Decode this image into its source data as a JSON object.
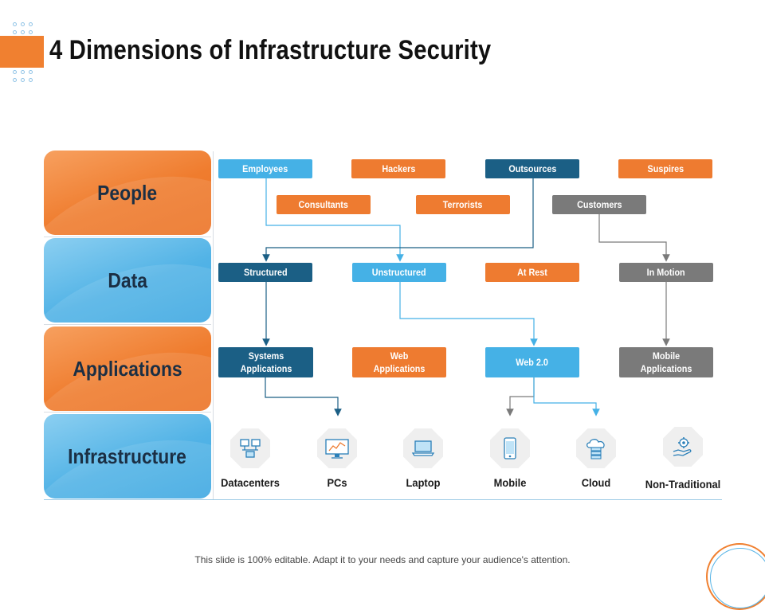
{
  "title": "4 Dimensions of Infrastructure Security",
  "rows": [
    {
      "label": "People"
    },
    {
      "label": "Data"
    },
    {
      "label": "Applications"
    },
    {
      "label": "Infrastructure"
    }
  ],
  "people": {
    "employees": "Employees",
    "hackers": "Hackers",
    "outsources": "Outsources",
    "suspires": "Suspires",
    "consultants": "Consultants",
    "terrorists": "Terrorists",
    "customers": "Customers"
  },
  "data": {
    "structured": "Structured",
    "unstructured": "Unstructured",
    "at_rest": "At Rest",
    "in_motion": "In Motion"
  },
  "applications": {
    "systems": "Systems Applications",
    "web": "Web Applications",
    "web20": "Web 2.0",
    "mobile": "Mobile Applications"
  },
  "infrastructure": [
    {
      "label": "Datacenters",
      "icon": "datacenter-icon"
    },
    {
      "label": "PCs",
      "icon": "pc-icon"
    },
    {
      "label": "Laptop",
      "icon": "laptop-icon"
    },
    {
      "label": "Mobile",
      "icon": "mobile-icon"
    },
    {
      "label": "Cloud",
      "icon": "cloud-icon"
    },
    {
      "label": "Non-Traditional",
      "icon": "hand-gear-icon"
    }
  ],
  "footer": "This slide is 100% editable. Adapt it to your needs and capture your audience's attention.",
  "colors": {
    "orange": "#ee7b30",
    "light_blue": "#45b1e6",
    "navy": "#1b5f85",
    "gray": "#7a7a7a"
  }
}
